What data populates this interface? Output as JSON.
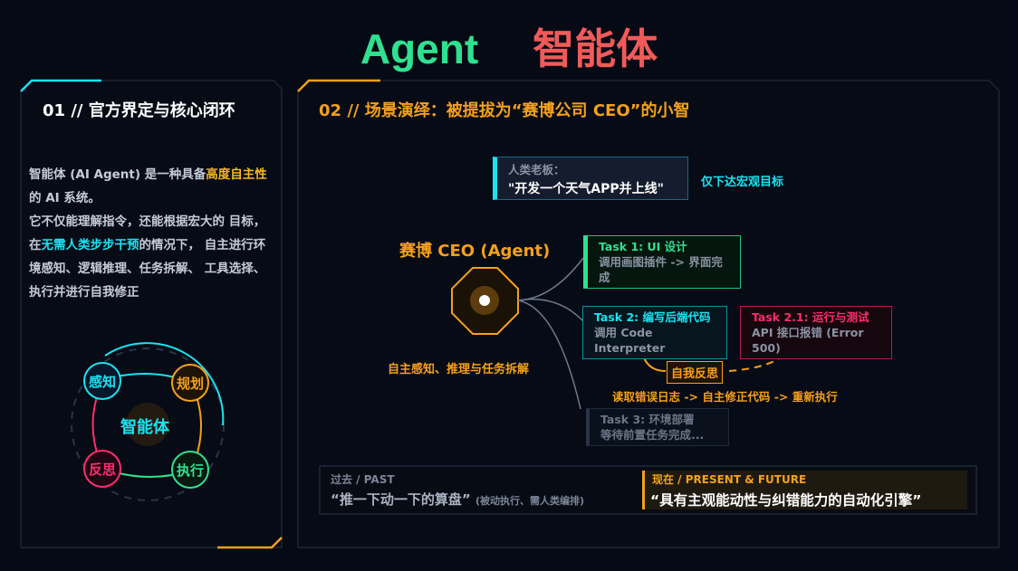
{
  "title": {
    "part1": "Agent",
    "part2": "智能体"
  },
  "panel1": {
    "title": "01 // 官方界定与核心闭环",
    "text": {
      "p1": "智能体 (AI Agent) 是一种具备",
      "hl1": "高度自主性",
      "p2": "的 AI 系统。",
      "p3": "它不仅能理解指令，还能根据宏大的 目标，在",
      "hl2": "无需人类步步干预",
      "p4": "的情况下， 自主进行环境感知、逻辑推理、任务拆解、 工具选择、执行并进行自我修正"
    },
    "cycle": {
      "center": "智能体",
      "nodes": [
        "感知",
        "规划",
        "执行",
        "反思"
      ]
    }
  },
  "panel2": {
    "title": "02 // 场景演绎：被提拔为“赛博公司 CEO”的小智",
    "boss": {
      "label": "人类老板：",
      "quote": "\"开发一个天气APP并上线\"",
      "note": "仅下达宏观目标"
    },
    "agent": {
      "label": "赛博 CEO (Agent)",
      "caption": "自主感知、推理与任务拆解"
    },
    "tasks": [
      {
        "title": "Task 1: UI 设计",
        "desc": "调用画图插件 -> 界面完成"
      },
      {
        "title": "Task 2: 编写后端代码",
        "desc": "调用 Code Interpreter"
      },
      {
        "title": "Task 2.1: 运行与测试",
        "desc": "API 接口报错 (Error 500)"
      },
      {
        "title": "Task 3: 环境部署",
        "desc": "等待前置任务完成..."
      }
    ],
    "reflect": {
      "label": "自我反思",
      "flow": "读取错误日志 -> 自主修正代码 -> 重新执行"
    },
    "compare": {
      "past_label": "过去 / PAST",
      "past_quote": "“推一下动一下的算盘”",
      "past_note": "(被动执行、需人类编排)",
      "now_label": "现在 / PRESENT & FUTURE",
      "now_quote": "“具有主观能动性与纠错能力的自动化引擎”"
    }
  },
  "colors": {
    "cyan": "#19e3f2",
    "orange": "#f6a01a",
    "green": "#2fe08f",
    "pink": "#ff2d6f"
  }
}
